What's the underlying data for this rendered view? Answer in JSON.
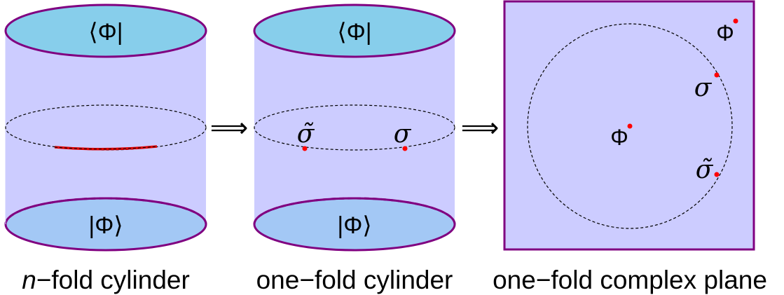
{
  "panels": [
    {
      "caption_prefix": "n",
      "caption_rest": "−fold cylinder",
      "top_label": "⟨Φ|",
      "bottom_label": "|Φ⟩"
    },
    {
      "caption": "one−fold cylinder",
      "top_label": "⟨Φ|",
      "bottom_label": "|Φ⟩",
      "points": {
        "sigma_tilde": "σ̃",
        "sigma": "σ"
      }
    },
    {
      "caption": "one−fold complex plane",
      "points": {
        "phi_corner": "Φ",
        "sigma": "σ",
        "phi_center": "Φ",
        "sigma_tilde": "σ̃"
      }
    }
  ],
  "arrows": [
    "⟹",
    "⟹"
  ],
  "colors": {
    "cylinder_fill": "#ccccff",
    "cap_fill": "#87ceeb",
    "bottom_cap_fill": "#a3c8f5",
    "outline": "#800080",
    "cut": "#e00000",
    "point": "#ff0000",
    "dashed_circle": "#000000"
  }
}
